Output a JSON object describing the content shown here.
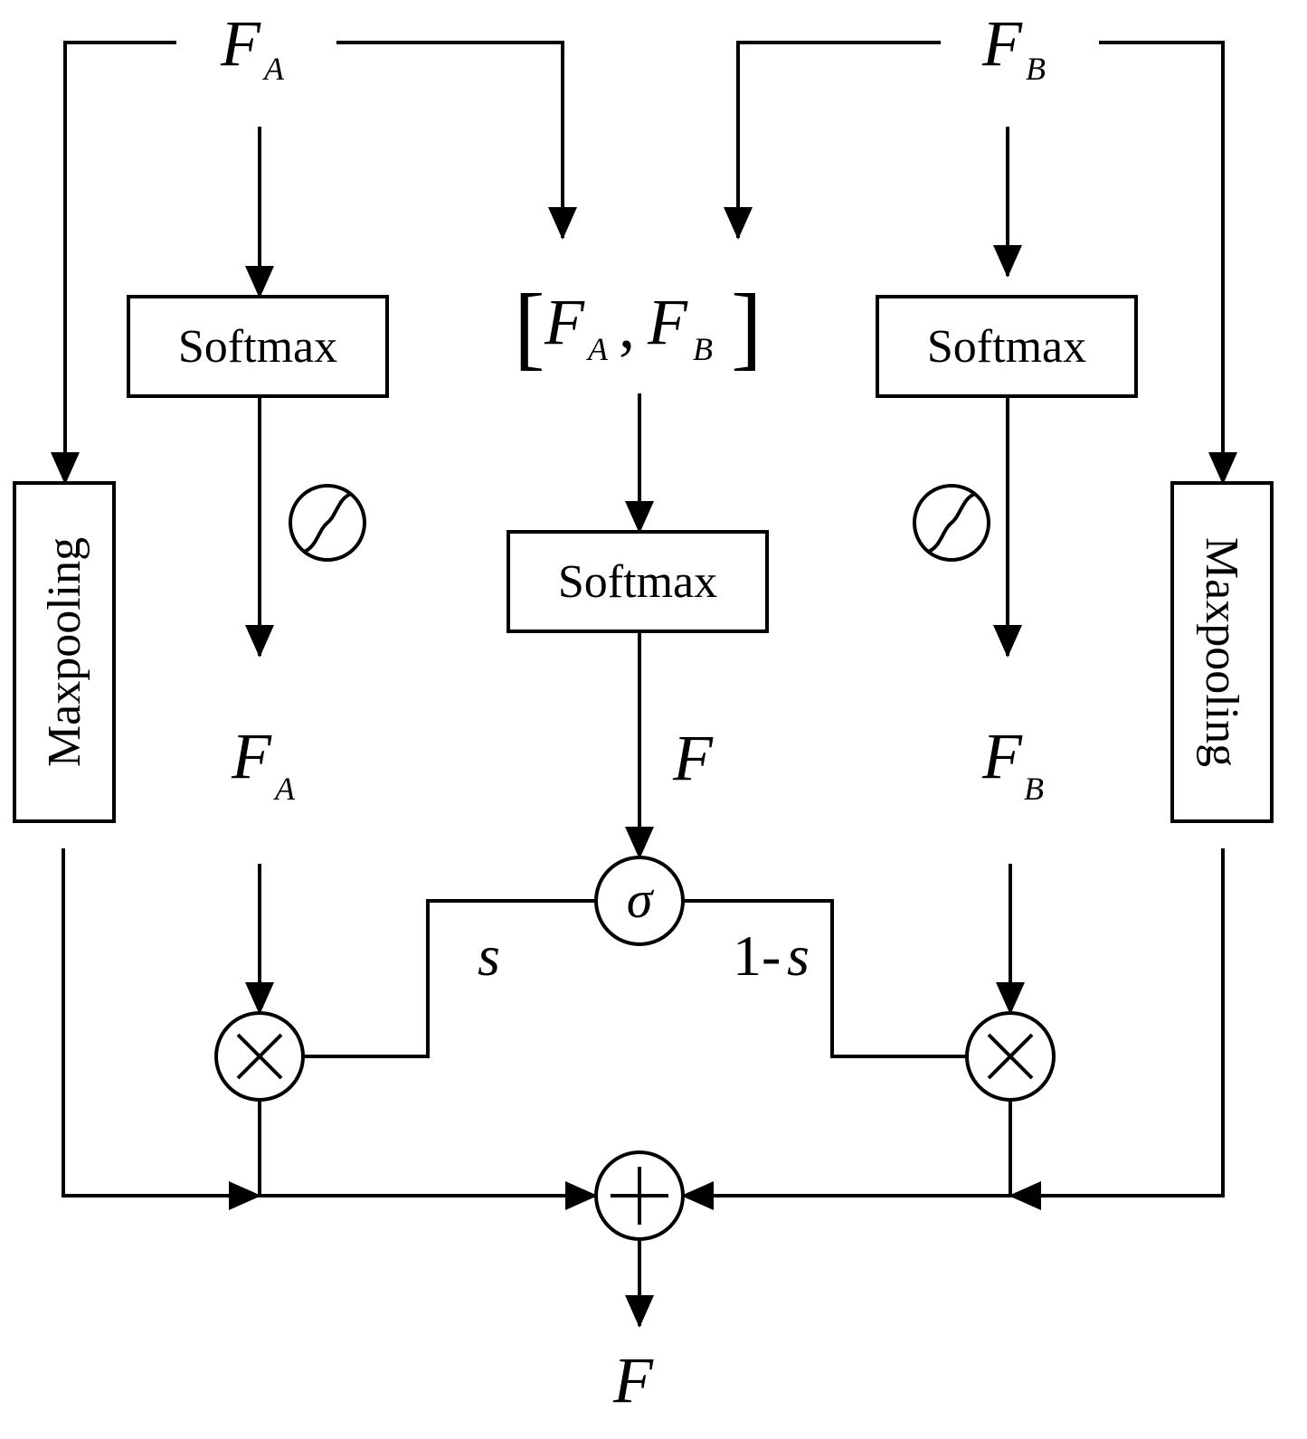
{
  "inputs": {
    "a": {
      "main": "F",
      "sub": "A"
    },
    "b": {
      "main": "F",
      "sub": "B"
    }
  },
  "concat": {
    "open": "[",
    "a_main": "F",
    "a_sub": "A",
    "comma": ",",
    "b_main": "F",
    "b_sub": "B",
    "close": "]"
  },
  "boxes": {
    "softmax_left": "Softmax",
    "softmax_center": "Softmax",
    "softmax_right": "Softmax",
    "maxpool_left": "Maxpooling",
    "maxpool_right": "Maxpooling"
  },
  "mid_labels": {
    "fa_main": "F",
    "fa_sub": "A",
    "f": "F",
    "fb_main": "F",
    "fb_sub": "B"
  },
  "operators": {
    "sigma": "σ",
    "multiply": "×",
    "add": "+"
  },
  "weights": {
    "s": "s",
    "one_minus_prefix": "1-",
    "one_minus_var": "s"
  },
  "output": {
    "label": "F"
  }
}
